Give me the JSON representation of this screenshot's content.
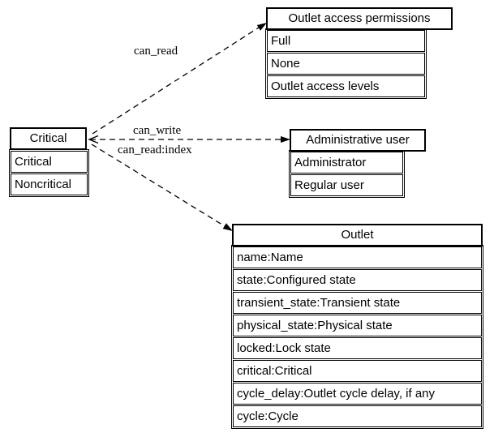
{
  "diagram": {
    "background_color": "#ffffff",
    "line_color": "#000000",
    "entities": [
      {
        "id": "critical",
        "title": "Critical",
        "rows": [
          "Critical",
          "Noncritical"
        ]
      },
      {
        "id": "permissions",
        "title": "Outlet access permissions",
        "rows": [
          "Full",
          "None",
          "Outlet access levels"
        ]
      },
      {
        "id": "admin_user",
        "title": "Administrative user",
        "rows": [
          "Administrator",
          "Regular user"
        ]
      },
      {
        "id": "outlet",
        "title": "Outlet",
        "rows": [
          "name:Name",
          "state:Configured state",
          "transient_state:Transient state",
          "physical_state:Physical state",
          "locked:Lock state",
          "critical:Critical",
          "cycle_delay:Outlet cycle delay, if any",
          "cycle:Cycle"
        ]
      }
    ],
    "edges": [
      {
        "label": "can_read",
        "from": "Critical",
        "to": "Outlet access permissions",
        "style": "dashed"
      },
      {
        "label": "can_write",
        "from": "Critical",
        "to": "Administrative user",
        "style": "dashed"
      },
      {
        "label": "can_read:index",
        "from": "Critical",
        "to": "Outlet",
        "style": "dashed"
      }
    ]
  }
}
